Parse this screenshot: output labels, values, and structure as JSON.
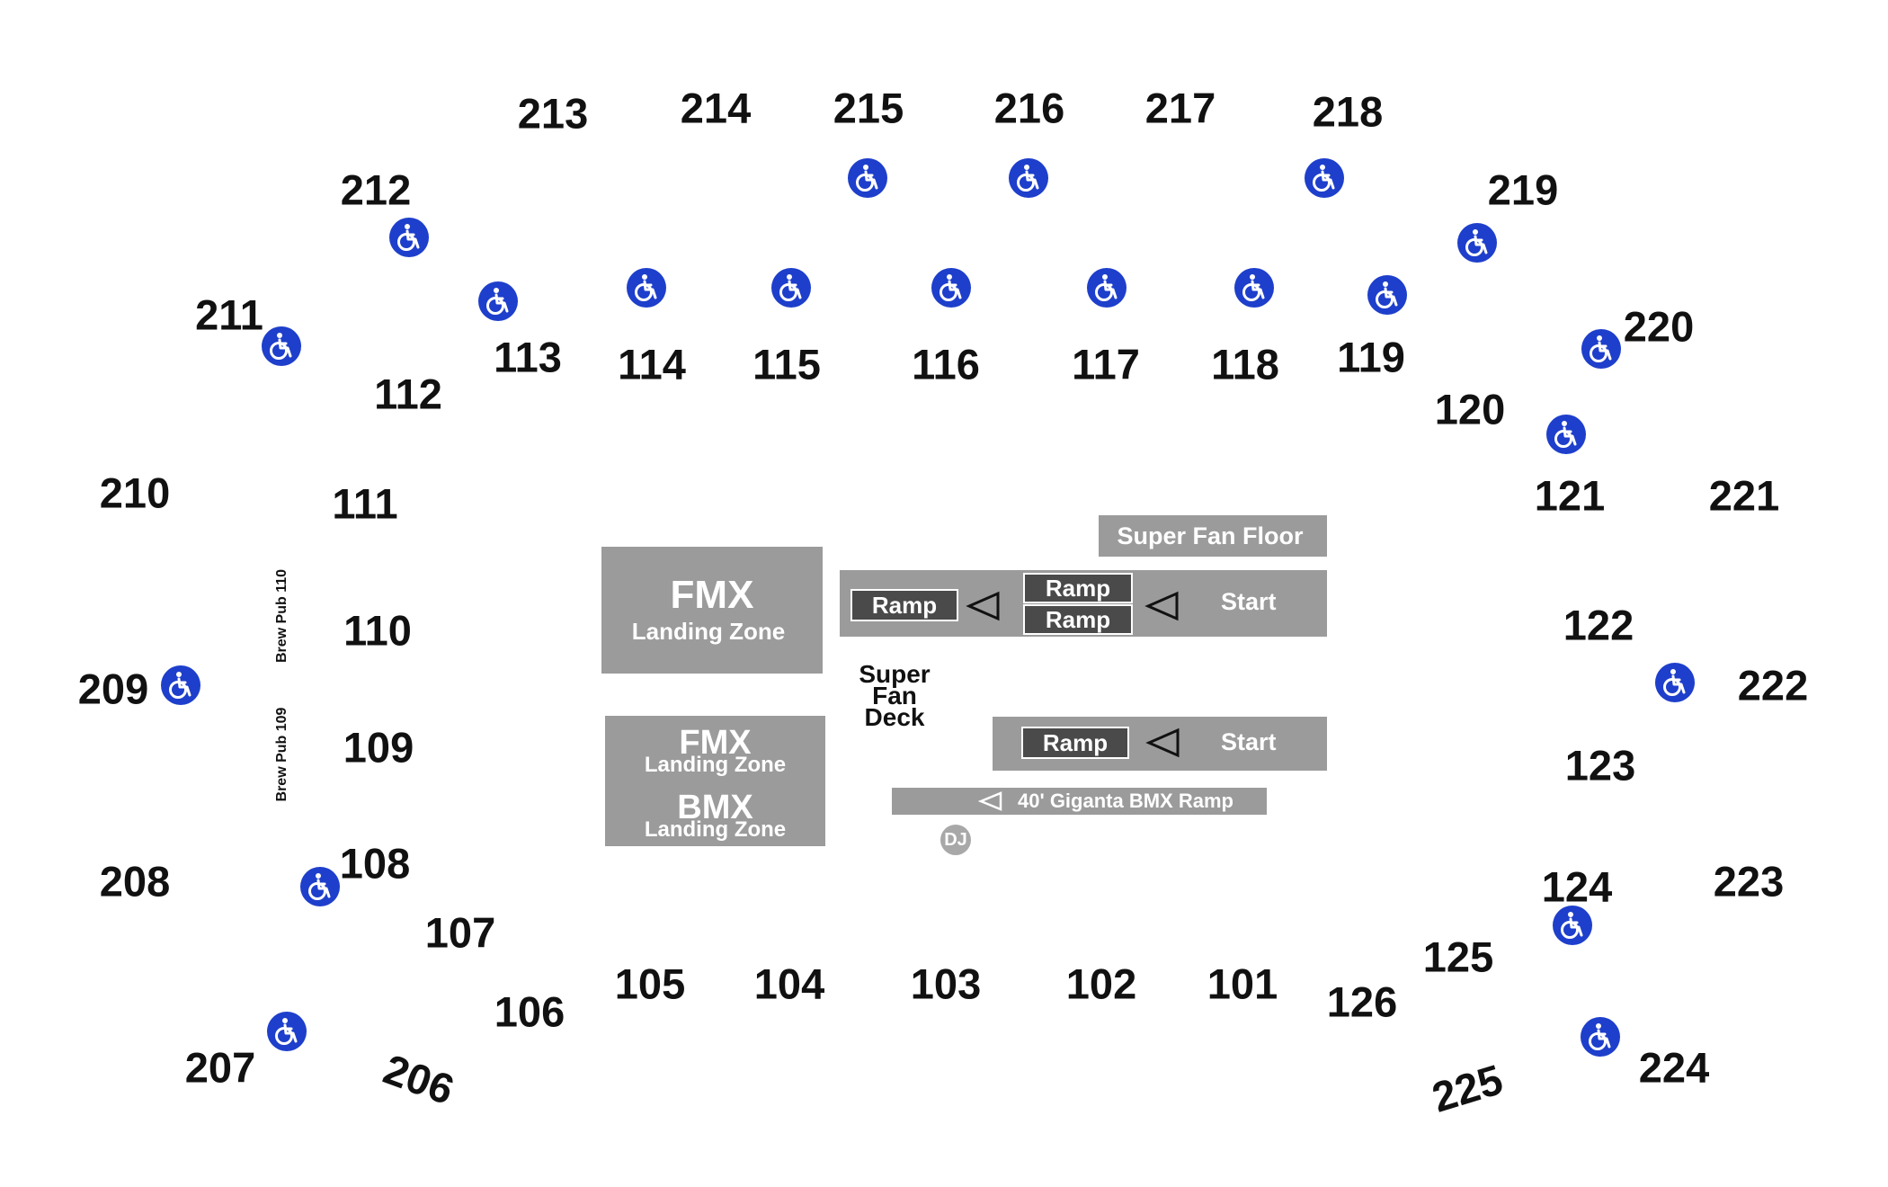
{
  "map": {
    "sections_200": [
      "213",
      "214",
      "215",
      "216",
      "217",
      "218",
      "212",
      "219",
      "211",
      "220",
      "210",
      "221",
      "209",
      "222",
      "208",
      "223",
      "207",
      "206",
      "225",
      "224"
    ],
    "sections_100": [
      "112",
      "113",
      "114",
      "115",
      "116",
      "117",
      "118",
      "119",
      "120",
      "111",
      "121",
      "110",
      "122",
      "109",
      "123",
      "108",
      "124",
      "107",
      "125",
      "106",
      "105",
      "104",
      "103",
      "102",
      "101",
      "126"
    ],
    "accessible_icon": "wheelchair-icon",
    "accessible_color": "#1e3fcb",
    "floor_color": "#9b9b9b",
    "ramp_color": "#4a4a4a"
  },
  "labels": {
    "brew_pub_110": "Brew Pub 110",
    "brew_pub_109": "Brew Pub 109",
    "fmx_upper_title": "FMX",
    "fmx_upper_sub": "Landing Zone",
    "fmx_lower_title": "FMX",
    "fmx_lower_sub": "Landing Zone",
    "bmx_title": "BMX",
    "bmx_sub": "Landing Zone",
    "super_fan_floor": "Super Fan Floor",
    "ramp_a": "Ramp",
    "ramp_b": "Ramp",
    "ramp_c": "Ramp",
    "ramp_d": "Ramp",
    "start_upper": "Start",
    "start_lower": "Start",
    "deck_line1": "Super",
    "deck_line2": "Fan",
    "deck_line3": "Deck",
    "giganta": "40' Giganta BMX Ramp",
    "dj": "DJ"
  },
  "sections": {
    "s213": "213",
    "s214": "214",
    "s215": "215",
    "s216": "216",
    "s217": "217",
    "s218": "218",
    "s212": "212",
    "s219": "219",
    "s211": "211",
    "s220": "220",
    "s210": "210",
    "s221": "221",
    "s209": "209",
    "s222": "222",
    "s208": "208",
    "s223": "223",
    "s207": "207",
    "s206": "206",
    "s225": "225",
    "s224": "224",
    "s112": "112",
    "s113": "113",
    "s114": "114",
    "s115": "115",
    "s116": "116",
    "s117": "117",
    "s118": "118",
    "s119": "119",
    "s120": "120",
    "s111": "111",
    "s121": "121",
    "s110": "110",
    "s122": "122",
    "s109": "109",
    "s123": "123",
    "s108": "108",
    "s124": "124",
    "s107": "107",
    "s125": "125",
    "s106": "106",
    "s105": "105",
    "s104": "104",
    "s103": "103",
    "s102": "102",
    "s101": "101",
    "s126": "126"
  }
}
